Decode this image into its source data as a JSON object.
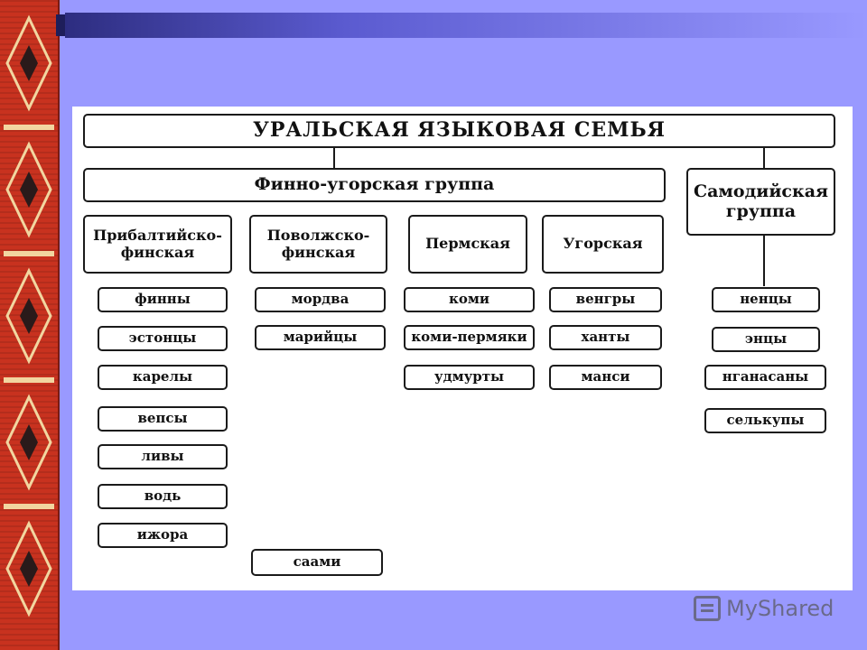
{
  "diagram": {
    "root": "УРАЛЬСКАЯ ЯЗЫКОВАЯ СЕМЬЯ",
    "finno_ugric": "Финно-угорская группа",
    "samoyedic": "Самодийская группа",
    "subgroups": [
      "Прибалтийско-финская",
      "Поволжско-финская",
      "Пермская",
      "Угорская"
    ],
    "baltic_finnic_peoples": [
      "финны",
      "эстонцы",
      "карелы",
      "вепсы",
      "ливы",
      "водь",
      "ижора"
    ],
    "volga_finnic_peoples": [
      "мордва",
      "марийцы"
    ],
    "permic_peoples": [
      "коми",
      "коми-пермяки",
      "удмурты"
    ],
    "ugric_peoples": [
      "венгры",
      "ханты",
      "манси"
    ],
    "samoyedic_peoples": [
      "ненцы",
      "энцы",
      "нганасаны",
      "селькупы"
    ],
    "sami": "саами"
  },
  "watermark": {
    "text": "MyShared",
    "icon": "myshared-logo-icon"
  },
  "colors": {
    "background": "#9999ff",
    "ornament": "#c8321f",
    "panel": "#ffffff"
  }
}
